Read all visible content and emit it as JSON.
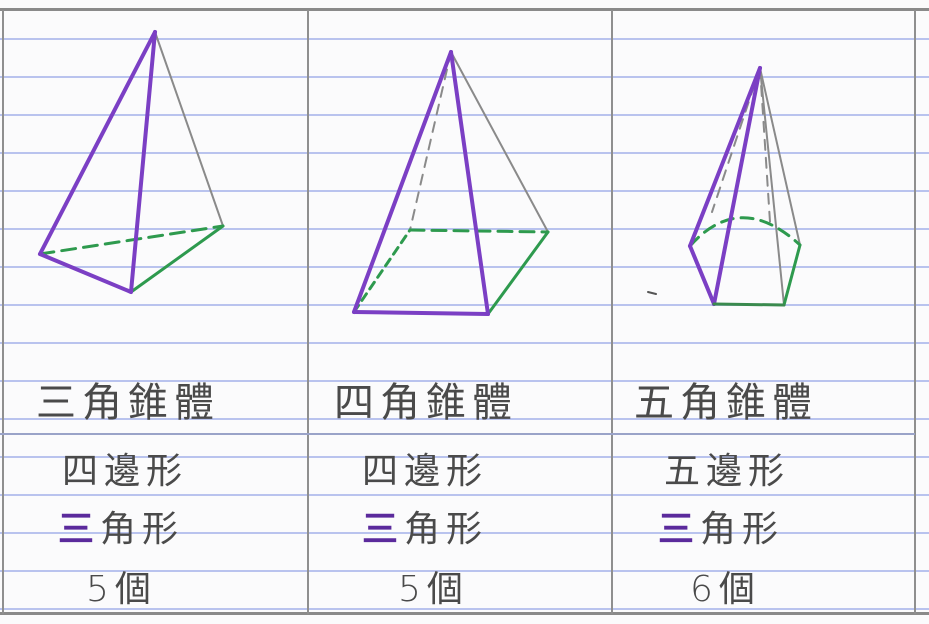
{
  "columns": [
    {
      "name": "三角錐體",
      "base_shape": "四邊形",
      "side_prefix": "三",
      "side_shape": "角形",
      "count": "5個"
    },
    {
      "name": "四角錐體",
      "base_shape": "四邊形",
      "side_prefix": "三",
      "side_shape": "角形",
      "count": "5個"
    },
    {
      "name": "五角錐體",
      "base_shape": "五邊形",
      "side_prefix": "三",
      "side_shape": "角形",
      "count": "6個"
    }
  ],
  "colors": {
    "edge_front": "#7b3fc4",
    "edge_back": "#7a7a7a",
    "base_hidden": "#2e9a4e",
    "pencil": "#555555",
    "rule_line": "#b9c3ee"
  }
}
